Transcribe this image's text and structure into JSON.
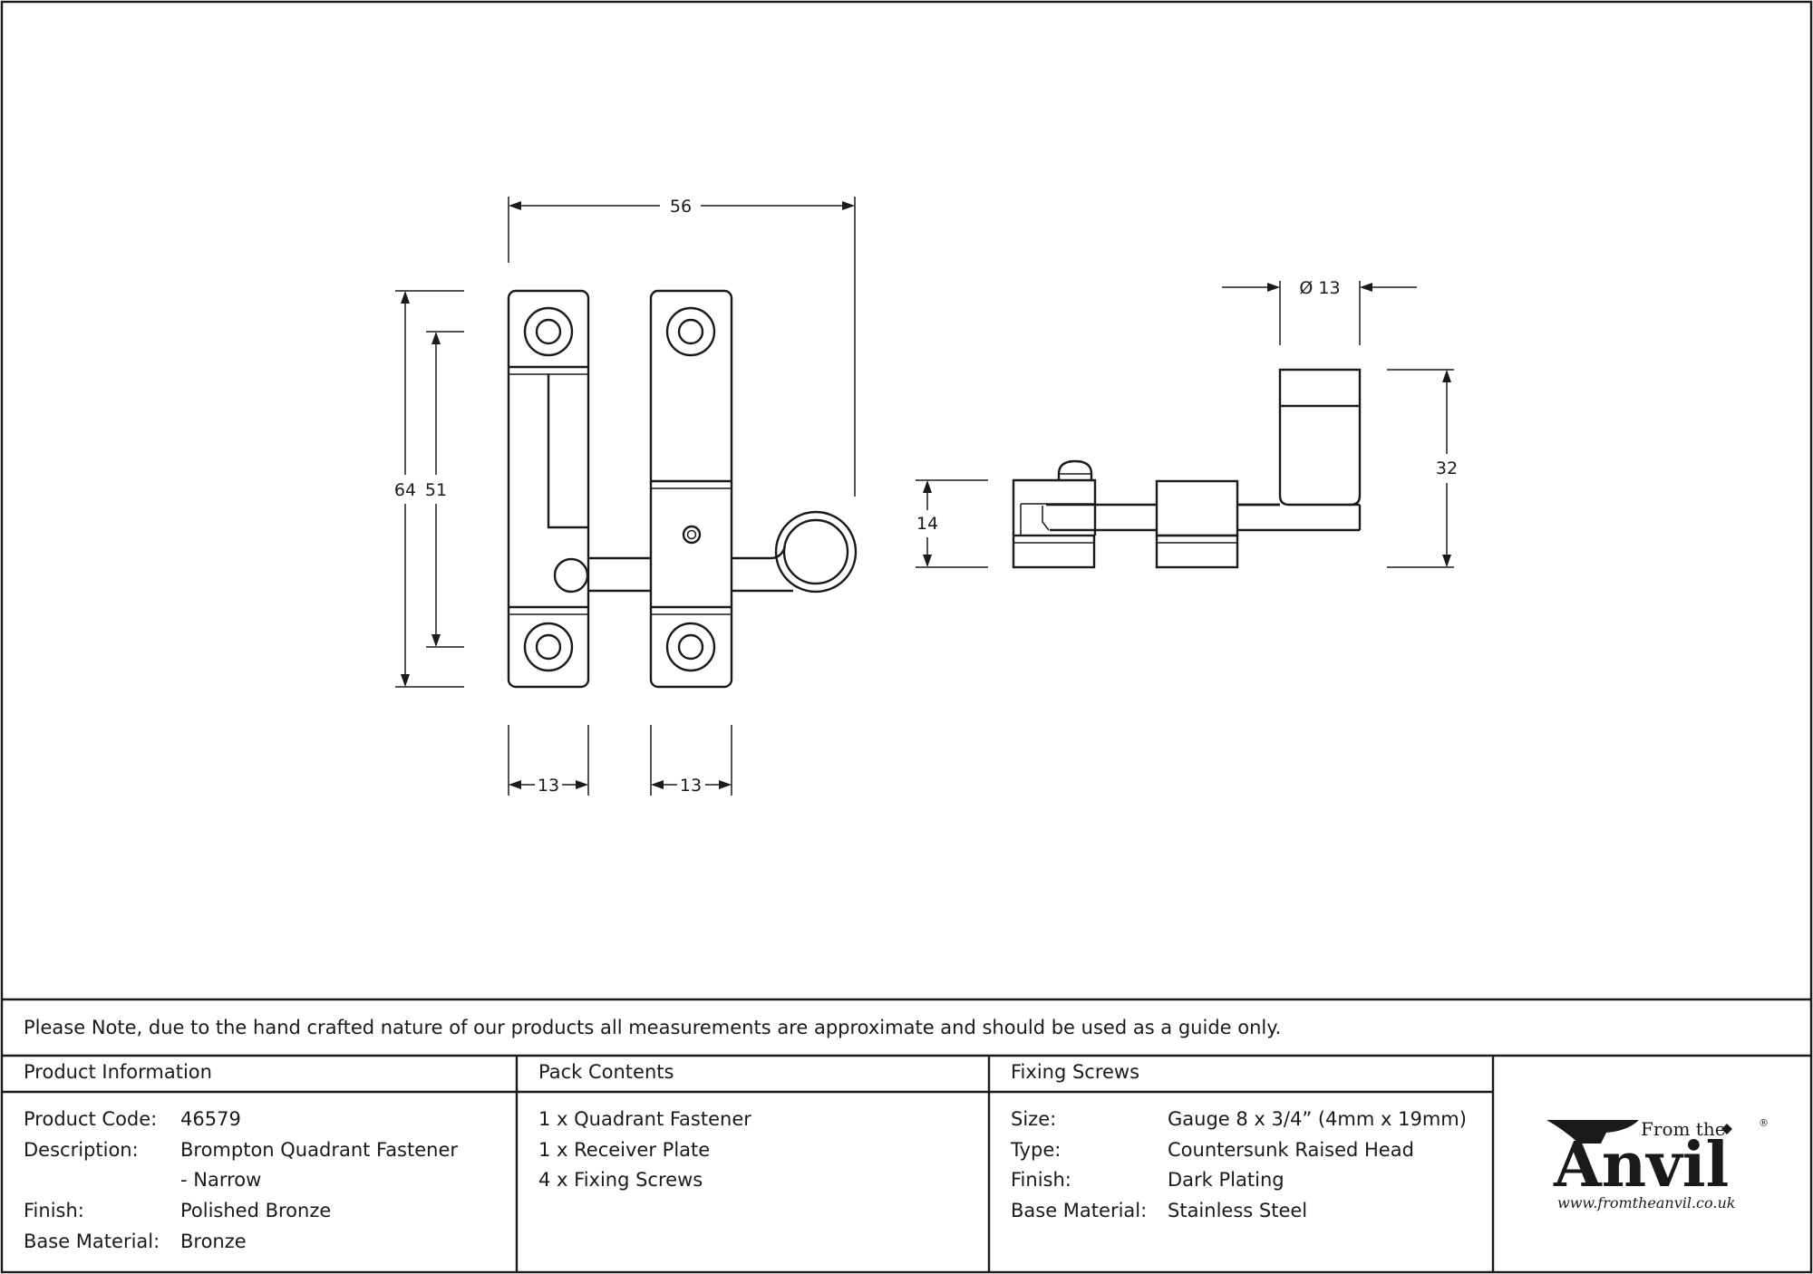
{
  "drawing": {
    "dimensions": {
      "overall_width": "56",
      "overall_height": "64",
      "hole_centres": "51",
      "plate_width_left": "13",
      "plate_width_right": "13",
      "side_height": "14",
      "knob_diameter": "Ø 13",
      "knob_height": "32"
    }
  },
  "note": "Please Note, due to the hand crafted nature of our products all measurements are approximate and should be used as a guide only.",
  "product_info": {
    "heading": "Product Information",
    "rows": [
      {
        "label": "Product Code:",
        "value": "46579"
      },
      {
        "label": "Description:",
        "value": "Brompton Quadrant Fastener"
      },
      {
        "label": "",
        "value": "- Narrow"
      },
      {
        "label": "Finish:",
        "value": "Polished Bronze"
      },
      {
        "label": "Base Material:",
        "value": "Bronze"
      }
    ]
  },
  "pack_contents": {
    "heading": "Pack Contents",
    "items": [
      "1 x Quadrant Fastener",
      "1 x Receiver Plate",
      "4 x Fixing Screws"
    ]
  },
  "fixing_screws": {
    "heading": "Fixing Screws",
    "rows": [
      {
        "label": "Size:",
        "value": "Gauge 8 x 3/4” (4mm x 19mm)"
      },
      {
        "label": "Type:",
        "value": "Countersunk Raised Head"
      },
      {
        "label": "Finish:",
        "value": "Dark Plating"
      },
      {
        "label": "Base Material:",
        "value": "Stainless Steel"
      }
    ]
  },
  "logo": {
    "from_the": "From the",
    "brand": "Anvil",
    "registered": "®",
    "website": "www.fromtheanvil.co.uk"
  }
}
